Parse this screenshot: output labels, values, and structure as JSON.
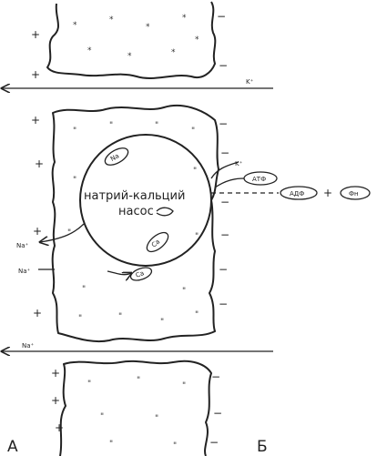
{
  "labels": {
    "k_top": "K⁺",
    "k_right": "K⁺",
    "na_left1": "Na⁺",
    "na_left2": "Na⁺",
    "na_bottom": "Na⁺",
    "pump_line1": "натрий-кальций",
    "pump_line2": "насос",
    "atf": "АТФ",
    "adf": "АДФ",
    "plus_sign": "+",
    "fn": "Фн",
    "fig_a": "А",
    "fig_b": "Б",
    "ellipse_upper": "Na",
    "ellipse_lower": "Ca",
    "ellipse_small": "Ca"
  }
}
